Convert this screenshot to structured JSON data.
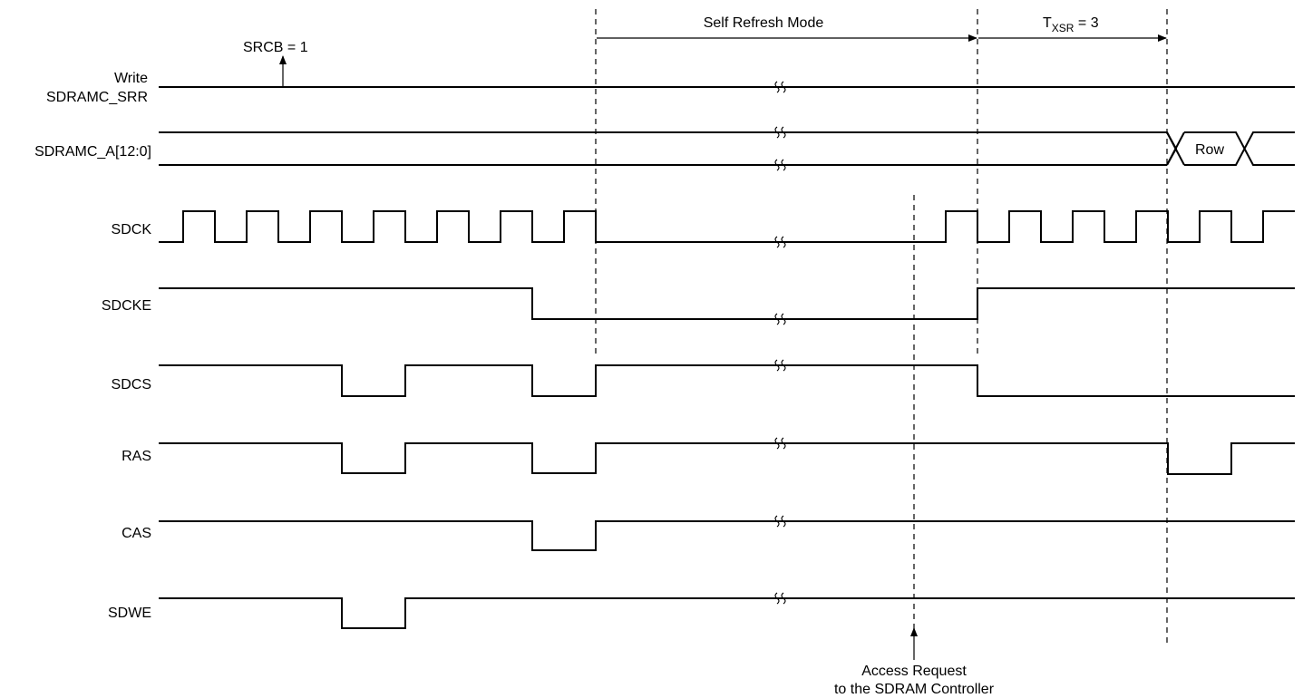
{
  "signals": [
    {
      "id": "write_srr",
      "label_line1": "Write",
      "label_line2": "SDRAMC_SRR"
    },
    {
      "id": "addr",
      "label": "SDRAMC_A[12:0]",
      "bus_value": "Row"
    },
    {
      "id": "sdck",
      "label": "SDCK"
    },
    {
      "id": "sdcke",
      "label": "SDCKE"
    },
    {
      "id": "sdcs",
      "label": "SDCS"
    },
    {
      "id": "ras",
      "label": "RAS"
    },
    {
      "id": "cas",
      "label": "CAS"
    },
    {
      "id": "sdwe",
      "label": "SDWE"
    }
  ],
  "annotations": {
    "srcb": "SRCB = 1",
    "self_refresh": "Self Refresh Mode",
    "txsr_main": "T",
    "txsr_sub": "XSR",
    "txsr_value": " = 3",
    "access_line1": "Access Request",
    "access_line2": "to the SDRAM Controller"
  }
}
